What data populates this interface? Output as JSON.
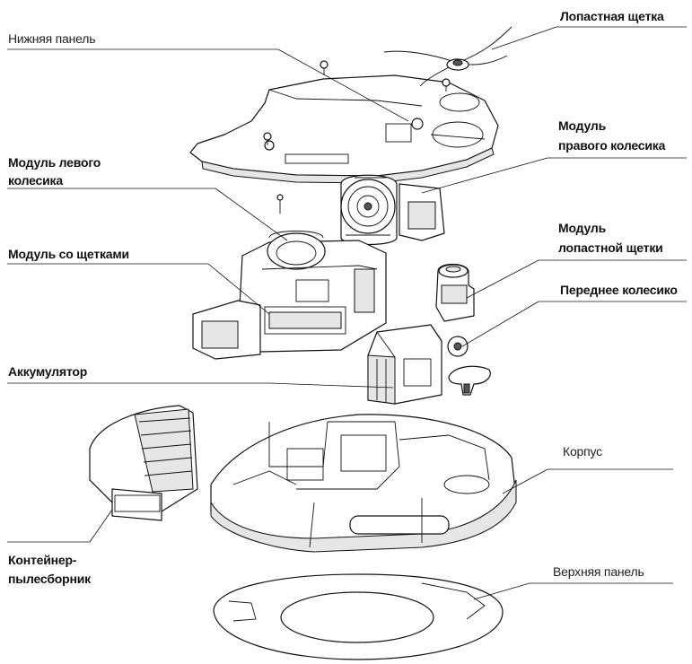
{
  "labels": {
    "bottom_panel": "Нижняя панель",
    "side_brush": "Лопастная щетка",
    "right_wheel_line1": "Модуль",
    "right_wheel_line2": "правого колесика",
    "left_wheel_line1": "Модуль левого",
    "left_wheel_line2": "колесика",
    "brush_module": "Модуль со щетками",
    "side_brush_module_line1": "Модуль",
    "side_brush_module_line2": "лопастной щетки",
    "front_wheel": "Переднее колесико",
    "battery": "Аккумулятор",
    "body": "Корпус",
    "dust_bin_line1": "Контейнер-",
    "dust_bin_line2": "пылесборник",
    "top_panel": "Верхняя панель"
  }
}
